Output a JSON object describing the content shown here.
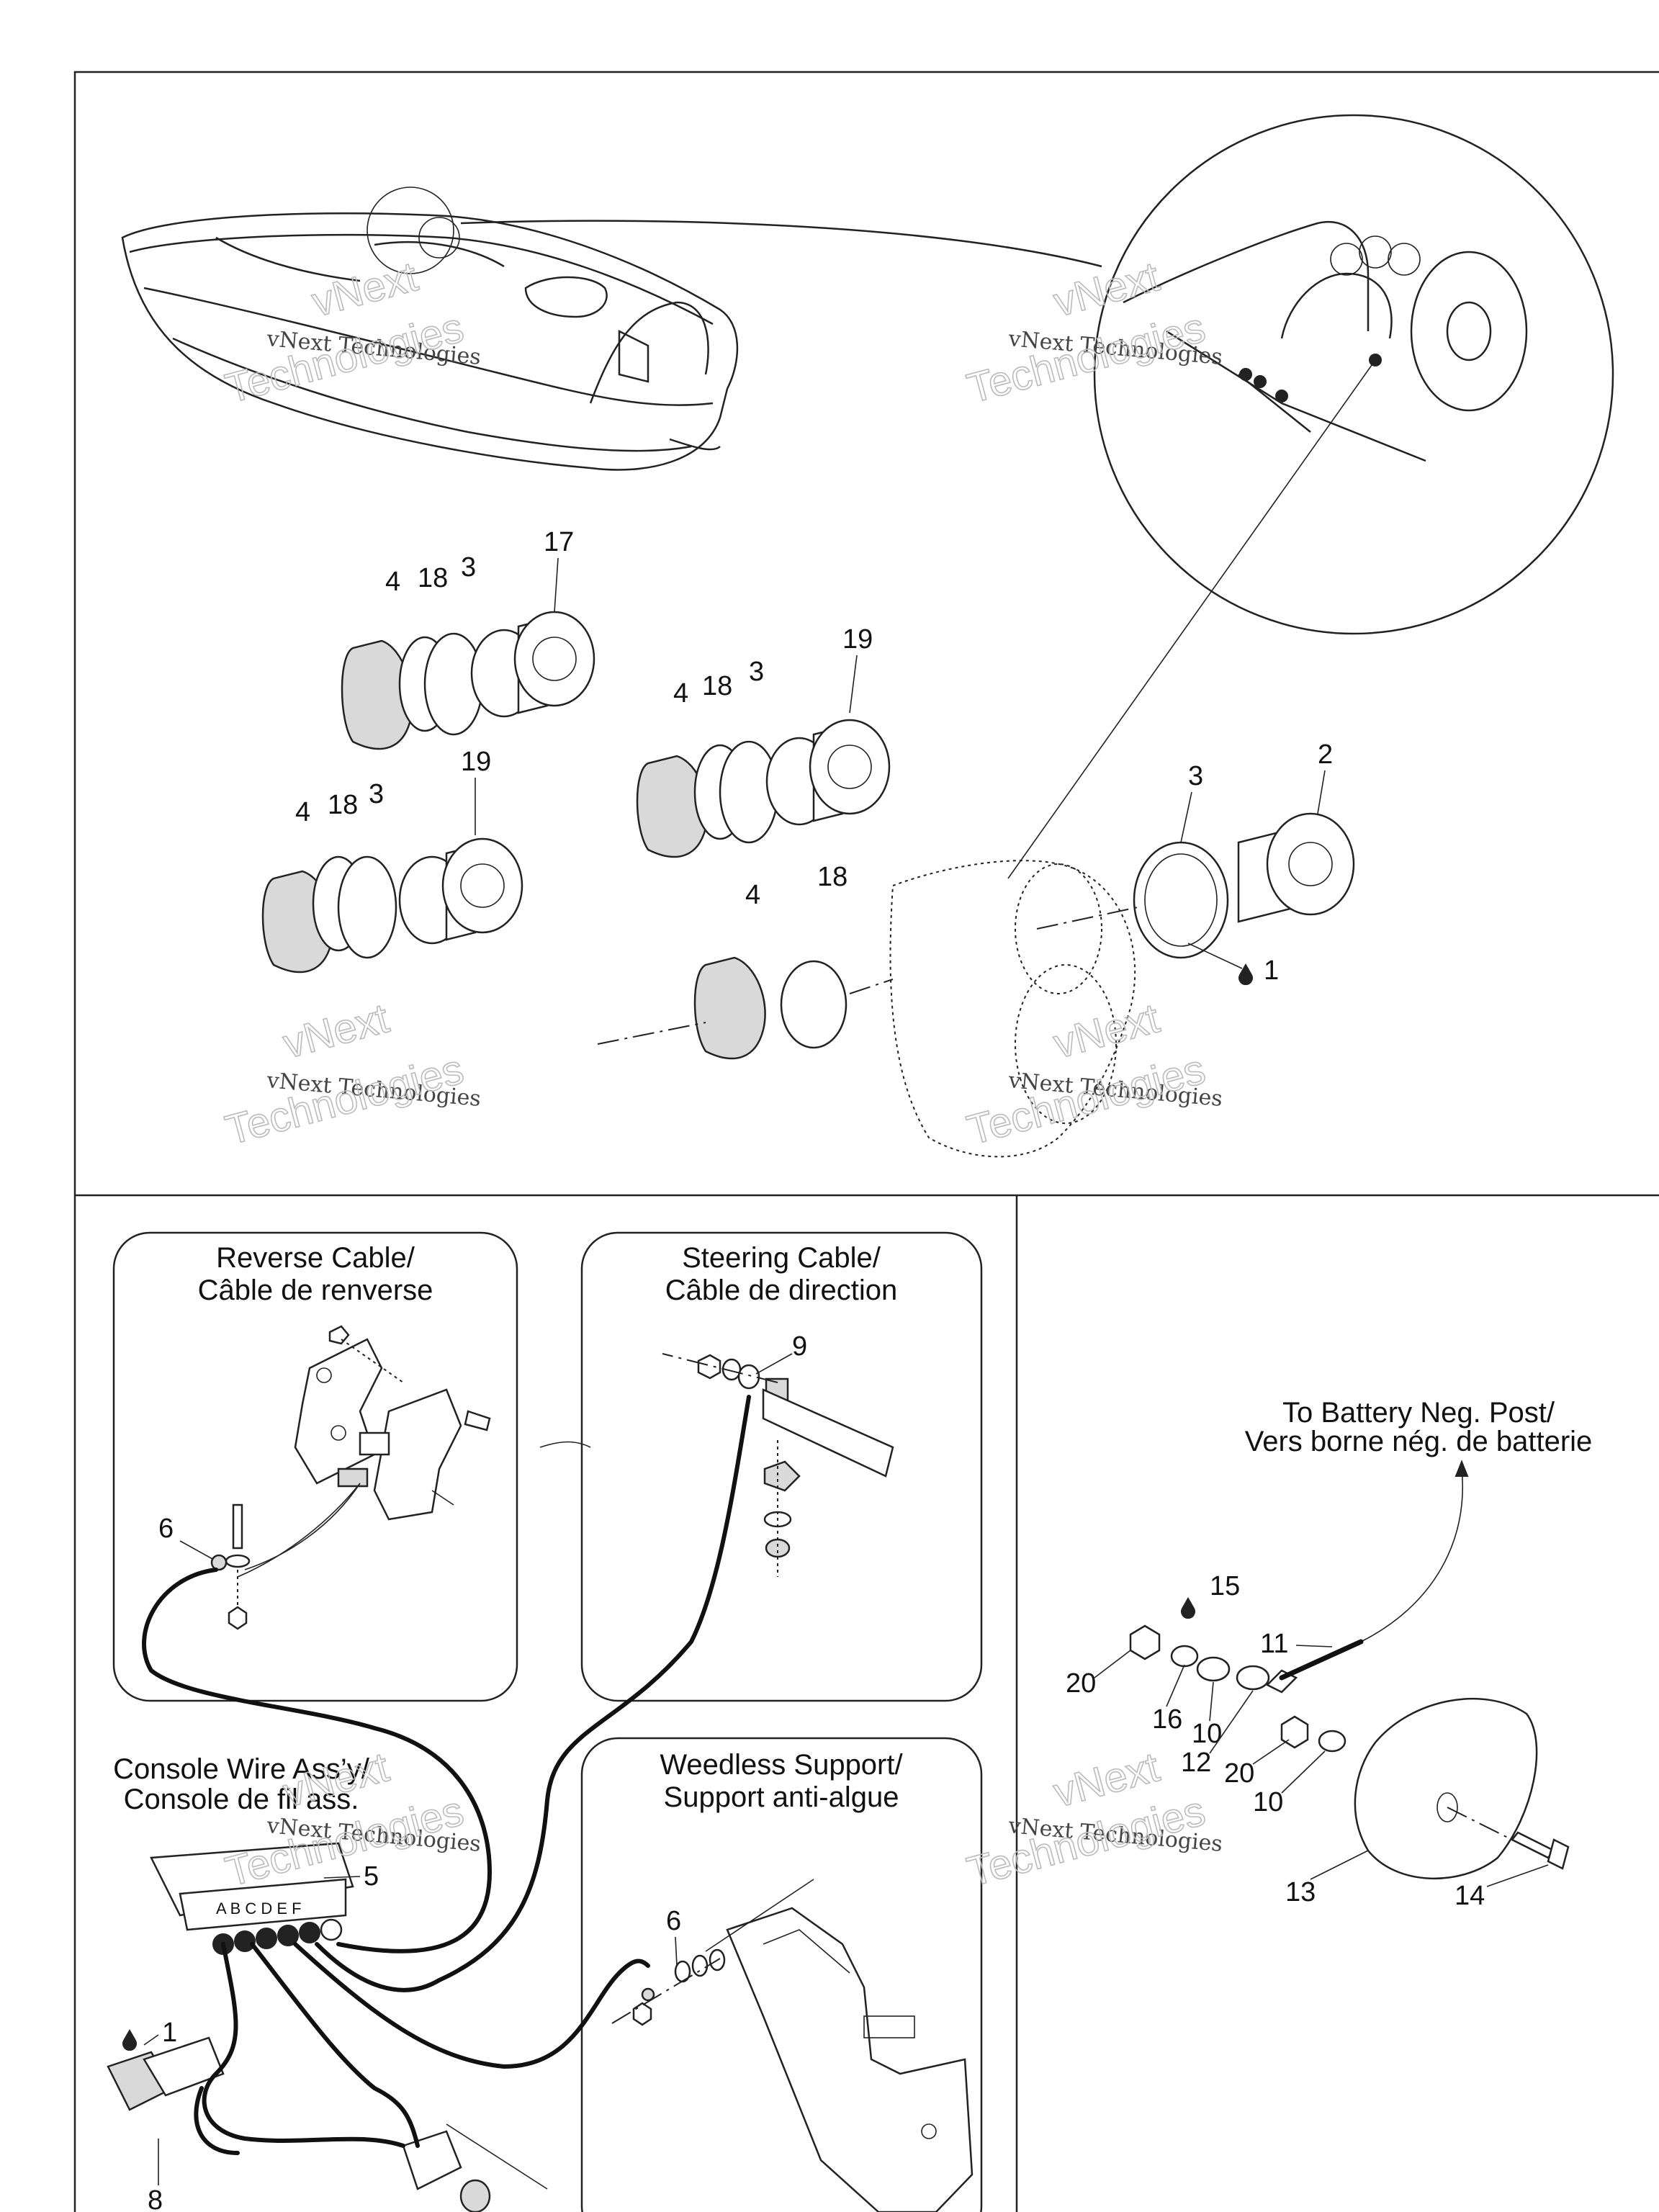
{
  "watermark": {
    "line1": "vNext",
    "line2": "vNext Technologies",
    "line3": "Technologies"
  },
  "callouts": {
    "c17": "17",
    "c19a": "19",
    "c19b": "19",
    "c2": "2",
    "c4a": "4",
    "c18a": "18",
    "c3a": "3",
    "c4b": "4",
    "c18b": "18",
    "c3b": "3",
    "c4c": "4",
    "c18c": "18",
    "c3c": "3",
    "c4d": "4",
    "c18d": "18",
    "c3d": "3",
    "c1a": "1",
    "c1b": "1",
    "c9": "9",
    "c6a": "6",
    "c6b": "6",
    "c5": "5",
    "c8": "8",
    "c11": "11",
    "c15": "15",
    "c20a": "20",
    "c20b": "20",
    "c16": "16",
    "c10a": "10",
    "c10b": "10",
    "c12": "12",
    "c13": "13",
    "c14": "14"
  },
  "panels": {
    "reverse": {
      "line1": "Reverse Cable/",
      "line2": "Câble de renverse"
    },
    "steering": {
      "line1": "Steering Cable/",
      "line2": "Câble de direction"
    },
    "weedless": {
      "line1": "Weedless Support/",
      "line2": "Support anti-algue"
    },
    "console": {
      "line1": "Console Wire Ass’y/",
      "line2": "Console de fil ass."
    },
    "battery": {
      "line1": "To Battery Neg. Post/",
      "line2": "Vers borne nég. de batterie"
    },
    "connector_letters": "A B C D E F"
  }
}
